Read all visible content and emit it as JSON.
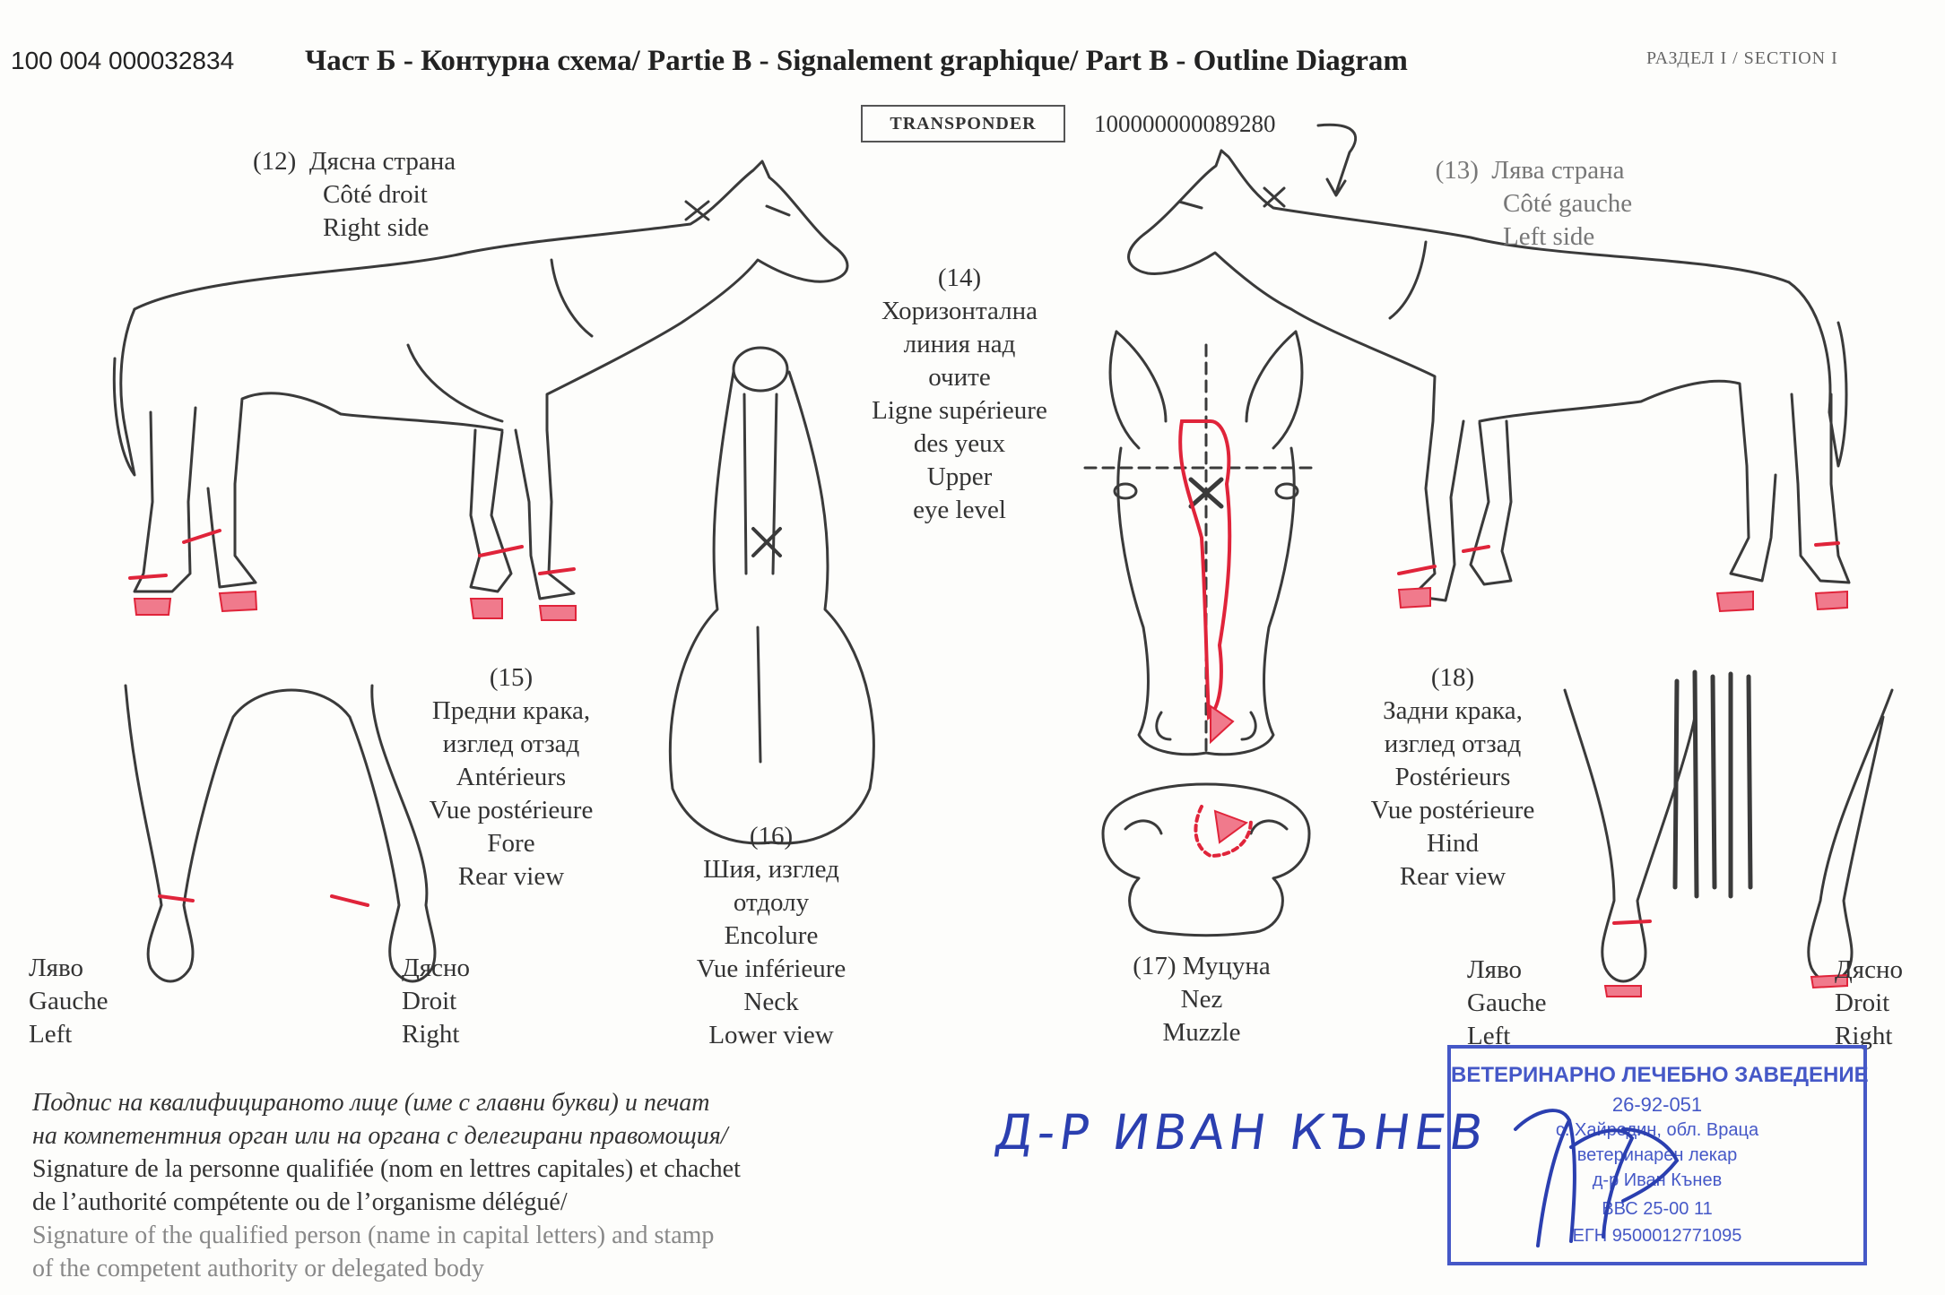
{
  "header": {
    "doc_id": "100 004 000032834",
    "title": "Част Б - Контурна схема/ Partie B - Signalement graphique/ Part B - Outline Diagram",
    "section": "РАЗДЕЛ I / SECTION I"
  },
  "transponder": {
    "label": "TRANSPONDER",
    "number": "100000000089280"
  },
  "right_side": {
    "num": "(12)",
    "bg": "Дясна страна",
    "fr": "Côté droit",
    "en": "Right side"
  },
  "left_side": {
    "num": "(13)",
    "bg": "Лява страна",
    "fr": "Côté gauche",
    "en": "Left side"
  },
  "eye_level": {
    "num": "(14)",
    "bg1": "Хоризонтална",
    "bg2": "линия над",
    "bg3": "очите",
    "fr1": "Ligne supérieure",
    "fr2": "des yeux",
    "en1": "Upper",
    "en2": "eye level"
  },
  "fore": {
    "num": "(15)",
    "bg1": "Предни крака,",
    "bg2": "изглед отзад",
    "fr1": "Antérieurs",
    "fr2": "Vue postérieure",
    "en1": "Fore",
    "en2": "Rear view"
  },
  "neck": {
    "num": "(16)",
    "bg1": "Шия, изглед",
    "bg2": "отдолу",
    "fr1": "Encolure",
    "fr2": "Vue inférieure",
    "en1": "Neck",
    "en2": "Lower view"
  },
  "muzzle": {
    "num_bg": "(17) Муцуна",
    "fr": "Nez",
    "en": "Muzzle"
  },
  "hind": {
    "num": "(18)",
    "bg1": "Задни крака,",
    "bg2": "изглед отзад",
    "fr1": "Postérieurs",
    "fr2": "Vue postérieure",
    "en1": "Hind",
    "en2": "Rear view"
  },
  "fore_left": {
    "bg": "Ляво",
    "fr": "Gauche",
    "en": "Left"
  },
  "fore_right": {
    "bg": "Дясно",
    "fr": "Droit",
    "en": "Right"
  },
  "hind_left": {
    "bg": "Ляво",
    "fr": "Gauche",
    "en": "Left"
  },
  "hind_right": {
    "bg": "Дясно",
    "fr": "Droit",
    "en": "Right"
  },
  "signature": {
    "bg1": "Подпис на квалифицираното лице (име с главни букви) и печат",
    "bg2": "на компетентния орган или на органа с делегирани правомощия/",
    "fr1": "Signature de la personne qualifiée (nom en lettres capitales) et chachet",
    "fr2": "de l’authorité compétente ou de l’organisme délégué/",
    "en1": "Signature of the qualified person (name in capital letters) and stamp",
    "en2": "of the competent authority or delegated body",
    "handwritten_name": "Д-Р ИВАН КЪНЕВ"
  },
  "stamp": {
    "line1": "ВЕТЕРИНАРНО ЛЕЧЕБНО ЗАВЕДЕНИЕ",
    "line2": "26-92-051",
    "line3": "с. Хайредин, обл. Враца",
    "line4": "ветеринарен лекар",
    "line5": "д-р Иван Кънев",
    "line6": "ВВС 25-00 11",
    "line7": "ЕГН 9500012771095"
  },
  "colors": {
    "ink": "#3a3a3a",
    "marking_red": "#e0243a",
    "stamp_blue": "#4558c7",
    "handwriting_blue": "#2b3fb0"
  }
}
